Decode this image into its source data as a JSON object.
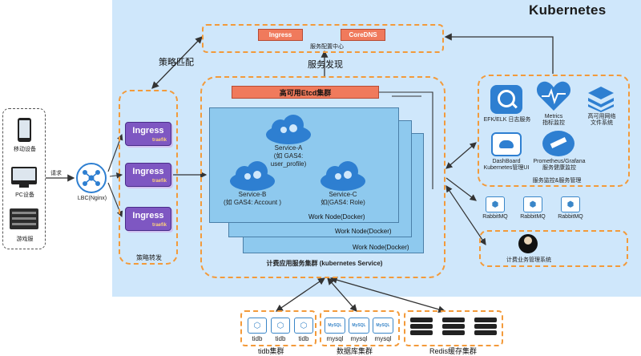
{
  "cluster": {
    "title": "Kubernetes"
  },
  "config_center": {
    "ingress_label": "Ingress",
    "coredns_label": "CoreDNS",
    "caption": "服务配置中心"
  },
  "edges": {
    "strategy_match": "策略匹配",
    "service_discovery": "服务发现",
    "request": "请求"
  },
  "clients": [
    {
      "label": "移动设备",
      "icon": "phone-icon"
    },
    {
      "label": "PC设备",
      "icon": "monitor-icon"
    },
    {
      "label": "游戏服",
      "icon": "server-icon"
    }
  ],
  "lbc": {
    "label": "LBC(Nginx)",
    "icon": "network-hub-icon"
  },
  "gateway": {
    "ingress_items": [
      {
        "title": "Ingress",
        "sub": "traefik"
      },
      {
        "title": "Ingress",
        "sub": "traefik"
      },
      {
        "title": "Ingress",
        "sub": "traefik"
      }
    ],
    "caption": "策略转发"
  },
  "billing_cluster": {
    "etcd_label": "高可用Etcd集群",
    "services": [
      {
        "name": "Service-A",
        "note1": "(如 GAS4:",
        "note2": "user_profile)"
      },
      {
        "name": "Service-B",
        "note1": "(如 GAS4: Account )"
      },
      {
        "name": "Service-C",
        "note1": "如(GAS4: Role)"
      }
    ],
    "work_nodes": [
      "Work Node(Docker)",
      "Work Node(Docker)",
      "Work Node(Docker)"
    ],
    "caption": "计费应用服务集群 (kubernetes Service)"
  },
  "monitoring": {
    "items": [
      {
        "label": "EFK/ELK 日志服务",
        "icon": "search-icon"
      },
      {
        "label1": "Metrics",
        "label2": "指标监控",
        "icon": "heart-pulse-icon"
      },
      {
        "label1": "高可用网络",
        "label2": "文件系统",
        "icon": "layers-icon"
      },
      {
        "label1": "DashBoard",
        "label2": "Kubernetes管理UI",
        "icon": "dashboard-icon"
      },
      {
        "label1": "Prometheus/Grafana",
        "label2": "服务健康监控",
        "icon": "prometheus-icon"
      }
    ],
    "caption": "服务监控&服务管理"
  },
  "rabbitmq": [
    "RabbitMQ",
    "RabbitMQ",
    "RabbitMQ"
  ],
  "management": {
    "label": "计费业务管理系统",
    "icon": "user-icon"
  },
  "storage": {
    "tidb": {
      "items": [
        "tidb",
        "tidb",
        "tidb"
      ],
      "caption": "tidb集群"
    },
    "mysql": {
      "items": [
        "mysql",
        "mysql",
        "mysql"
      ],
      "badge": "MySQL",
      "caption": "数据库集群"
    },
    "redis": {
      "caption": "Redis缓存集群"
    }
  },
  "colors": {
    "cluster_bg": "#cfe7fb",
    "accent_orange": "#f39a3a",
    "ingress_purple": "#7e57c2",
    "node_blue": "#8ec9ee",
    "icon_blue": "#2e7fd1"
  }
}
